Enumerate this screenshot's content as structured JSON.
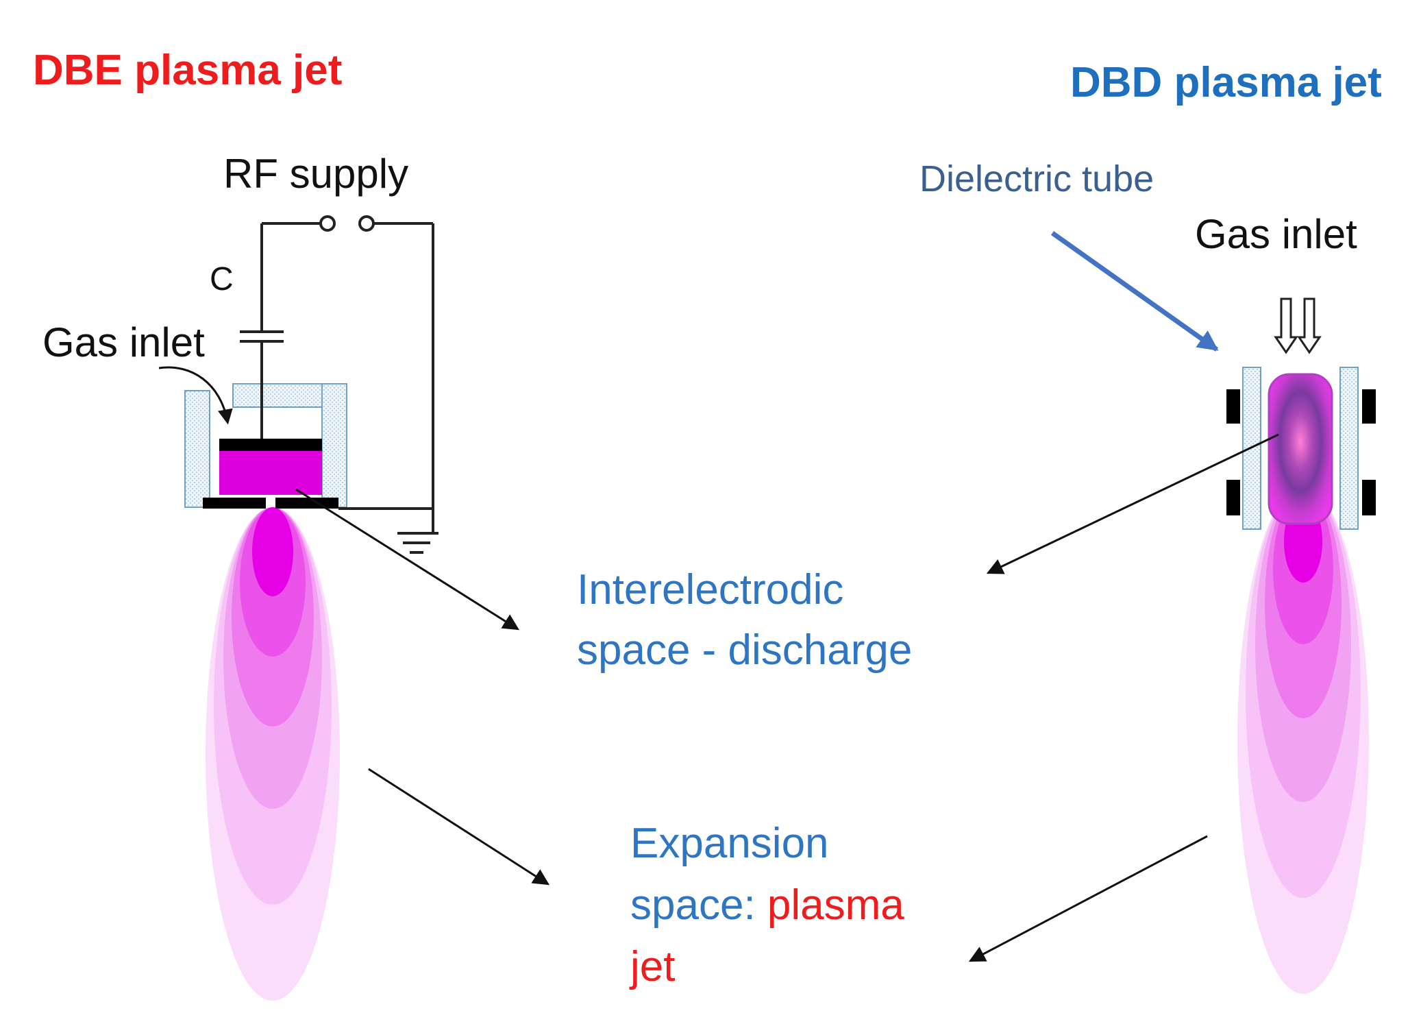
{
  "titles": {
    "dbe": "DBE plasma jet",
    "dbd": "DBD plasma jet"
  },
  "dbe": {
    "rf_supply": "RF supply",
    "capacitor": "C",
    "gas_inlet": "Gas inlet"
  },
  "dbd": {
    "dielectric_tube": "Dielectric tube",
    "gas_inlet": "Gas inlet"
  },
  "regions": {
    "interelectrodic_line1": "Interelectrodic",
    "interelectrodic_line2": "space - discharge",
    "expansion_line1": "Expansion",
    "expansion_line2_blue": "space: ",
    "expansion_line2_red": "plasma",
    "expansion_line3_red": "jet"
  },
  "colors": {
    "dbe_title": "#ee1c1c",
    "dbd_title": "#1f6fbf",
    "region_label": "#2e75c4",
    "plasma": "#e600e6",
    "plume_light": "#f7c8f7",
    "arrow": "#111111",
    "dielectric_arrow": "#4472c4"
  }
}
